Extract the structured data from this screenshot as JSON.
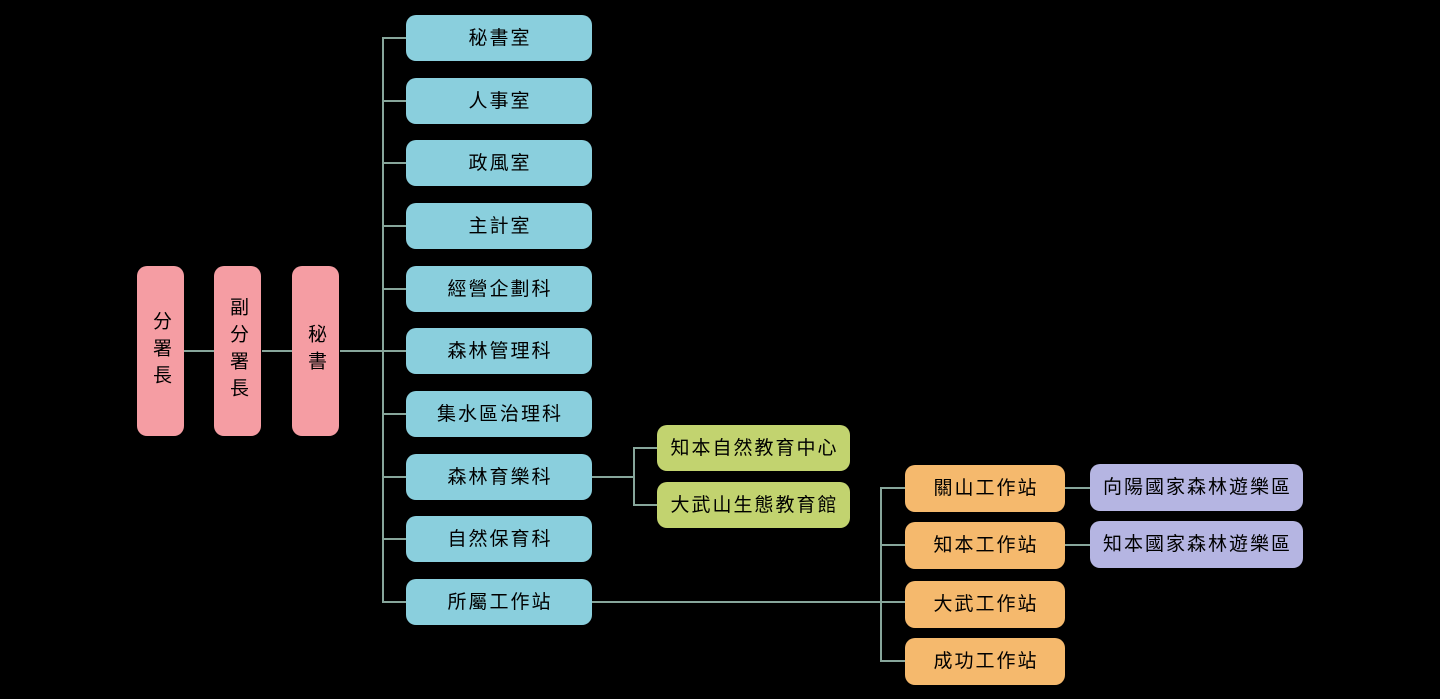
{
  "chart_type": "organization-chart",
  "colors": {
    "background": "#000000",
    "executive": "#F59DA3",
    "department": "#8ACFDD",
    "education": "#C2D36F",
    "station": "#F5B96D",
    "recreation": "#B5B5E2",
    "connector": "#87A69B",
    "text": "#000000"
  },
  "executives": [
    {
      "label": "分署長"
    },
    {
      "label": "副分署長"
    },
    {
      "label": "秘書"
    }
  ],
  "departments": [
    {
      "label": "秘書室"
    },
    {
      "label": "人事室"
    },
    {
      "label": "政風室"
    },
    {
      "label": "主計室"
    },
    {
      "label": "經營企劃科"
    },
    {
      "label": "森林管理科"
    },
    {
      "label": "集水區治理科"
    },
    {
      "label": "森林育樂科"
    },
    {
      "label": "自然保育科"
    },
    {
      "label": "所屬工作站"
    }
  ],
  "education_facilities": [
    {
      "label": "知本自然教育中心"
    },
    {
      "label": "大武山生態教育館"
    }
  ],
  "work_stations": [
    {
      "label": "關山工作站"
    },
    {
      "label": "知本工作站"
    },
    {
      "label": "大武工作站"
    },
    {
      "label": "成功工作站"
    }
  ],
  "recreation_areas": [
    {
      "label": "向陽國家森林遊樂區"
    },
    {
      "label": "知本國家森林遊樂區"
    }
  ]
}
